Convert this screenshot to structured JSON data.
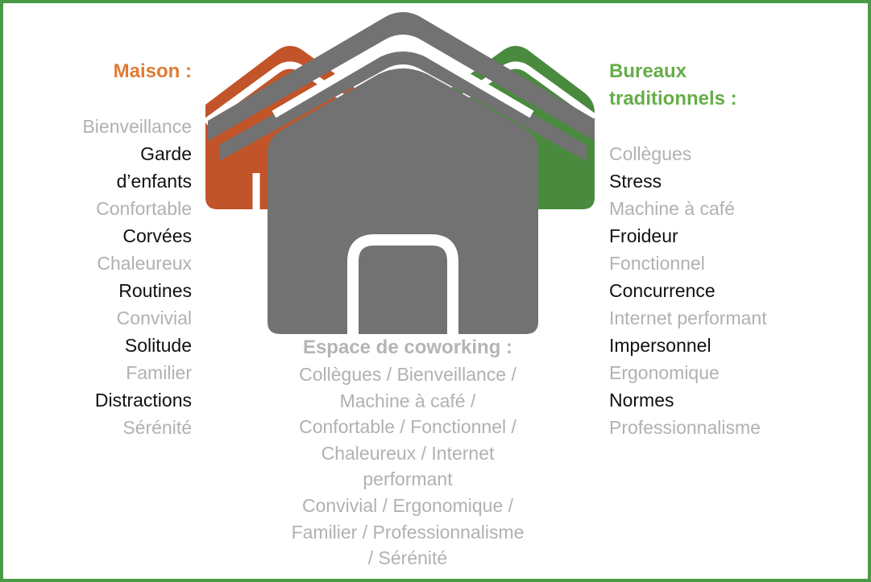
{
  "colors": {
    "border": "#4a9a45",
    "house_orange": "#c15428",
    "house_green": "#4a8a3e",
    "house_gray": "#727272",
    "heading_orange": "#e07a35",
    "heading_green": "#66ad49",
    "text_gray": "#b1b1b1",
    "text_black": "#111111"
  },
  "icons": [
    "house-orange-icon",
    "house-green-icon",
    "house-gray-back-icon",
    "house-gray-front-icon"
  ],
  "maison": {
    "heading": "Maison :",
    "items": [
      {
        "text": "Bienveillance",
        "tone": "gray"
      },
      {
        "text": "Garde",
        "tone": "black"
      },
      {
        "text": "d’enfants",
        "tone": "black"
      },
      {
        "text": "Confortable",
        "tone": "gray"
      },
      {
        "text": "Corvées",
        "tone": "black"
      },
      {
        "text": "Chaleureux",
        "tone": "gray"
      },
      {
        "text": "Routines",
        "tone": "black"
      },
      {
        "text": "Convivial",
        "tone": "gray"
      },
      {
        "text": "Solitude",
        "tone": "black"
      },
      {
        "text": "Familier",
        "tone": "gray"
      },
      {
        "text": "Distractions",
        "tone": "black"
      },
      {
        "text": "Sérénité",
        "tone": "gray"
      }
    ]
  },
  "bureaux": {
    "heading_line1": "Bureaux",
    "heading_line2": "traditionnels :",
    "items": [
      {
        "text": "Collègues",
        "tone": "gray"
      },
      {
        "text": "Stress",
        "tone": "black"
      },
      {
        "text": "Machine à café",
        "tone": "gray"
      },
      {
        "text": "Froideur",
        "tone": "black"
      },
      {
        "text": "Fonctionnel",
        "tone": "gray"
      },
      {
        "text": "Concurrence",
        "tone": "black"
      },
      {
        "text": "Internet performant",
        "tone": "gray"
      },
      {
        "text": "Impersonnel",
        "tone": "black"
      },
      {
        "text": "Ergonomique",
        "tone": "gray"
      },
      {
        "text": "Normes",
        "tone": "black"
      },
      {
        "text": "Professionnalisme",
        "tone": "gray"
      }
    ]
  },
  "coworking": {
    "heading": "Espace de coworking :",
    "lines": [
      "Collègues / Bienveillance /",
      "Machine à café  /",
      "Confortable / Fonctionnel /",
      "Chaleureux / Internet",
      "performant",
      "Convivial / Ergonomique /",
      "Familier / Professionnalisme",
      "/ Sérénité"
    ]
  }
}
